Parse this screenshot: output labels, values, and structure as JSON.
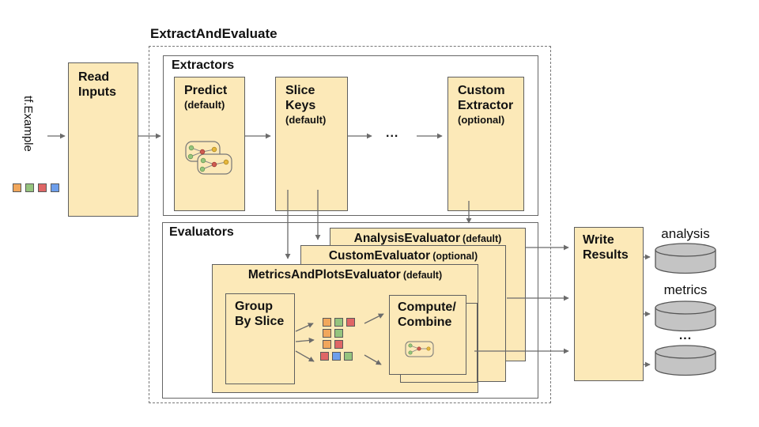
{
  "title": "ExtractAndEvaluate",
  "input": {
    "label": "tf.Example",
    "swatches": [
      "#F1A75C",
      "#95C47E",
      "#DF6666",
      "#6D9EEB"
    ]
  },
  "read_inputs": {
    "lines": [
      "Read",
      "Inputs"
    ]
  },
  "extractors": {
    "label": "Extractors",
    "predict": {
      "name": "Predict",
      "qualifier": "(default)"
    },
    "slice_keys": {
      "lines": [
        "Slice",
        "Keys"
      ],
      "qualifier": "(default)"
    },
    "ellipsis": "...",
    "custom_extractor": {
      "lines": [
        "Custom",
        "Extractor"
      ],
      "qualifier": "(optional)"
    }
  },
  "evaluators": {
    "label": "Evaluators",
    "analysis_evaluator": {
      "name": "AnalysisEvaluator",
      "qualifier": "(default)"
    },
    "custom_evaluator": {
      "name": "CustomEvaluator",
      "qualifier": "(optional)"
    },
    "metrics_and_plots_evaluator": {
      "name": "MetricsAndPlotsEvaluator",
      "qualifier": "(default)"
    },
    "group_by_slice": {
      "lines": [
        "Group",
        "By Slice"
      ]
    },
    "compute_combine": {
      "lines": [
        "Compute/",
        "Combine"
      ]
    },
    "slice_grid_rows": [
      [
        "#F1A75C",
        "#95C47E",
        "#DF6666"
      ],
      [
        "#F1A75C",
        "#95C47E"
      ],
      [
        "#F1A75C",
        "#DF6666"
      ],
      [
        "#DF6666",
        "#6D9EEB",
        "#95C47E"
      ]
    ]
  },
  "write_results": {
    "lines": [
      "Write",
      "Results"
    ]
  },
  "outputs": {
    "labels": [
      "analysis",
      "metrics",
      "..."
    ],
    "cylinder_fill": "#C4C4C4",
    "cylinder_stroke": "#555555"
  },
  "colors": {
    "box_fill": "#FCE9B8",
    "box_border": "#5F5F5F",
    "arrow": "#6B6B6B"
  }
}
